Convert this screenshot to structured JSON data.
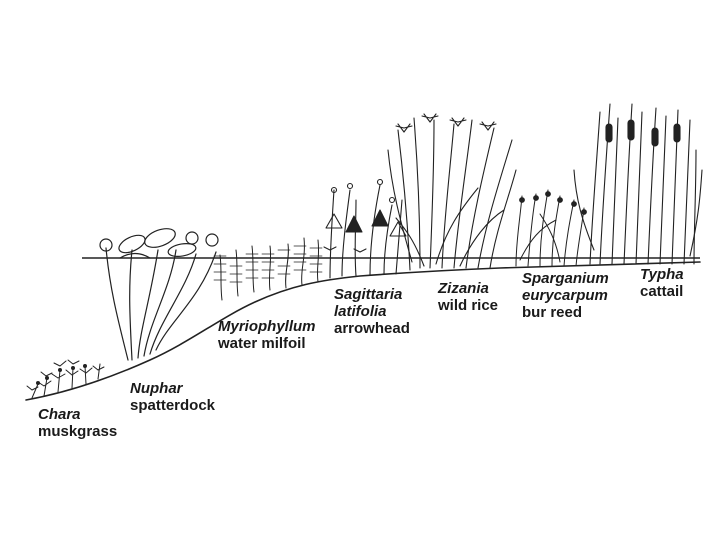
{
  "plants": [
    {
      "id": "chara",
      "scientific": [
        "Chara"
      ],
      "common": "muskgrass",
      "icon": "muskgrass-icon"
    },
    {
      "id": "nuphar",
      "scientific": [
        "Nuphar"
      ],
      "common": "spatterdock",
      "icon": "spatterdock-icon"
    },
    {
      "id": "myriophyllum",
      "scientific": [
        "Myriophyllum"
      ],
      "common": "water milfoil",
      "icon": "milfoil-icon"
    },
    {
      "id": "sagittaria",
      "scientific": [
        "Sagittaria",
        "latifolia"
      ],
      "common": "arrowhead",
      "icon": "arrowhead-icon"
    },
    {
      "id": "zizania",
      "scientific": [
        "Zizania"
      ],
      "common": "wild rice",
      "icon": "wild-rice-icon"
    },
    {
      "id": "sparganium",
      "scientific": [
        "Sparganium",
        "eurycarpum"
      ],
      "common": "bur reed",
      "icon": "bur-reed-icon"
    },
    {
      "id": "typha",
      "scientific": [
        "Typha"
      ],
      "common": "cattail",
      "icon": "cattail-icon"
    }
  ],
  "colors": {
    "ink": "#222222",
    "background": "#ffffff"
  }
}
